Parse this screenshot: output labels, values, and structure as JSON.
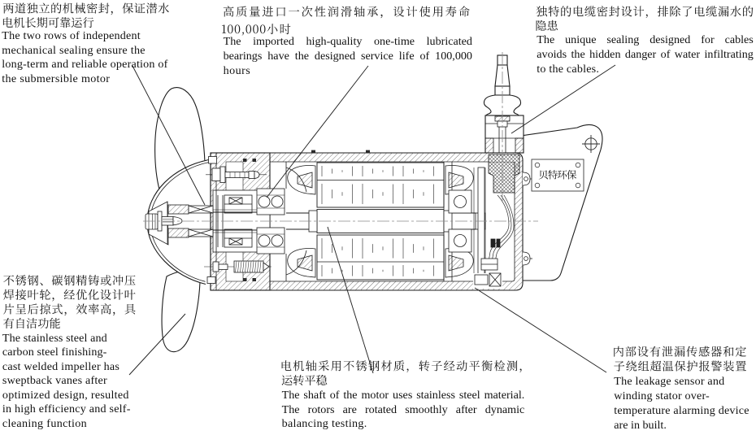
{
  "figure": {
    "type": "technical-diagram",
    "subject": "submersible mixer cross-section"
  },
  "colors": {
    "background": "#ffffff",
    "ink": "#111111",
    "drawing_line": "#1c1c1c",
    "centerline": "#8a8a8a"
  },
  "nameplate": {
    "text": "贝特环保"
  },
  "callouts": {
    "mechanical_seal": {
      "zh": [
        "两道独立的机械密封，保证潜水",
        "电机长期可靠运行"
      ],
      "en": [
        "The two rows of independent",
        "mechanical sealing ensure the",
        "long-term and reliable operation of",
        "the submersible motor"
      ]
    },
    "bearing": {
      "zh": [
        "高质量进口一次性润滑轴承，设计使用寿命",
        "100,000小时"
      ],
      "en": [
        "The imported high-quality one-time lubricated",
        "bearings have the designed service life of 100,000",
        "hours"
      ]
    },
    "cable_seal": {
      "zh": [
        "独特的电缆密封设计，排除了电缆漏水的",
        "隐患"
      ],
      "en": [
        "The unique sealing designed for cables",
        "avoids the hidden danger of water infiltrating",
        "to the cables."
      ]
    },
    "impeller": {
      "zh": [
        "不锈钢、碳钢精铸或冲压",
        "焊接叶轮，经优化设计叶",
        "片呈后掠式，效率高，具",
        "有自洁功能"
      ],
      "en": [
        "The stainless steel and",
        "carbon steel finishing-",
        "cast welded impeller has",
        "sweptback vanes after",
        "optimized design, resulted",
        "in high efficiency and self-",
        "cleaning function"
      ]
    },
    "shaft": {
      "zh": [
        "电机轴采用不锈钢材质，转子经动平衡检测，",
        "运转平稳"
      ],
      "en": [
        "The shaft of the motor uses stainless steel material.",
        "The rotors are rotated smoothly after dynamic",
        "balancing testing."
      ]
    },
    "sensor": {
      "zh": [
        "内部设有泄漏传感器和定",
        "子绕组超温保护报警装置"
      ],
      "en": [
        "The leakage sensor and",
        "winding stator over-",
        "temperature alarming device",
        "are in built."
      ]
    }
  }
}
